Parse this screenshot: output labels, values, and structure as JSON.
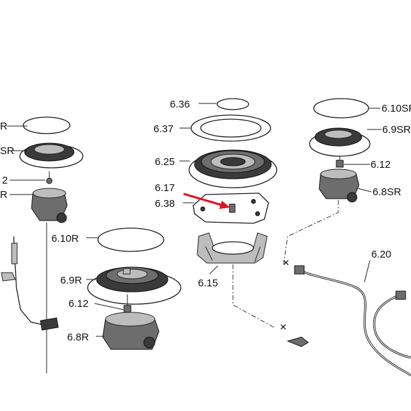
{
  "diagram": {
    "labels": {
      "l_636": "6.36",
      "l_637": "6.37",
      "l_625": "6.25",
      "l_617": "6.17",
      "l_638": "6.38",
      "l_615": "6.15",
      "l_610r": "6.10R",
      "l_69r": "6.9R",
      "l_612_mid": "6.12",
      "l_68r": "6.8R",
      "l_610sr": "6.10SR",
      "l_69sr": "6.9SR",
      "l_612_right": "6.12",
      "l_68sr": "6.8SR",
      "l_620": "6.20",
      "l_left_r1": "R",
      "l_left_sr": "SR",
      "l_left_2": "2",
      "l_left_r2": "R"
    },
    "colors": {
      "pointer_arrow": "#e0141e",
      "line": "#222222"
    }
  }
}
